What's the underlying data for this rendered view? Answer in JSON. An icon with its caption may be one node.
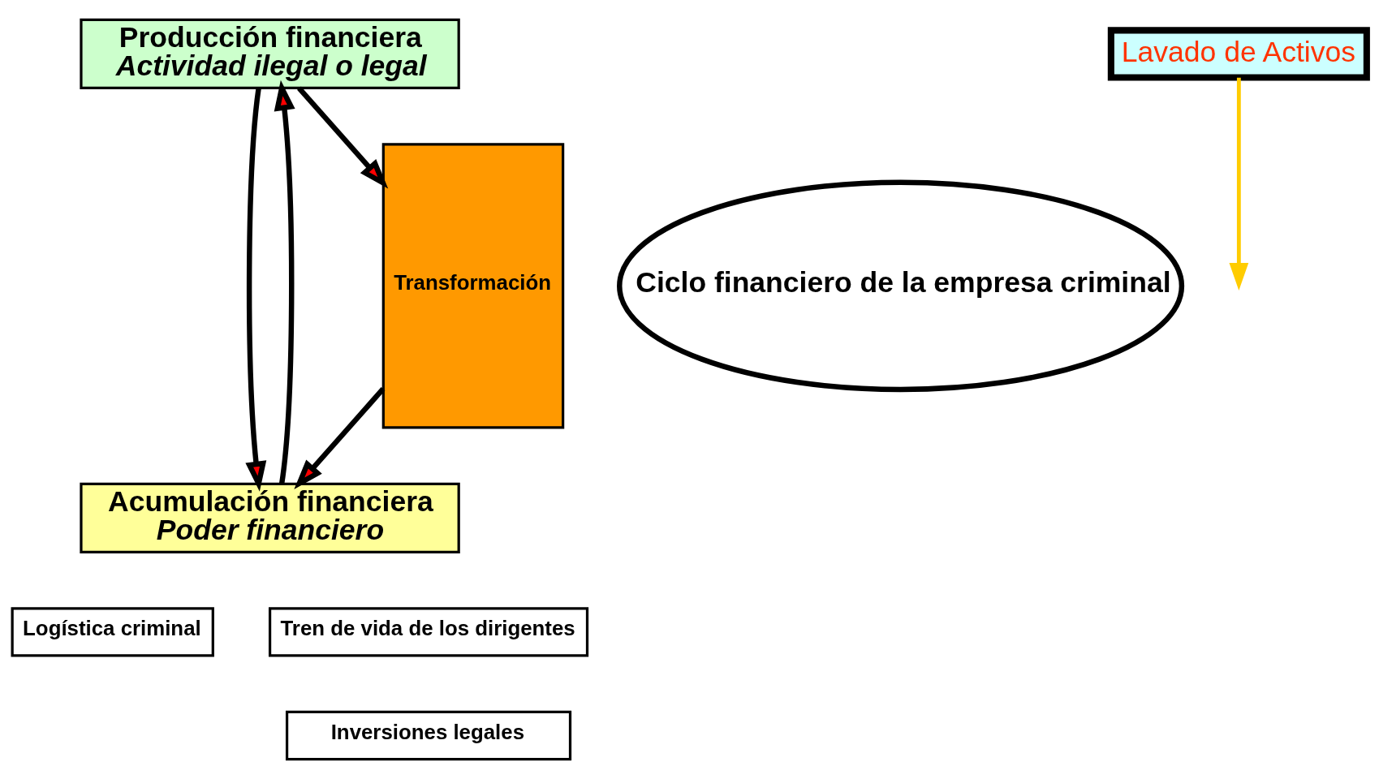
{
  "diagram": {
    "nodes": [
      {
        "text": [
          "Producción financiera",
          "Actividad ilegal o legal"
        ]
      },
      {
        "text": [
          "Ciclo financiero de la empresa criminal"
        ]
      },
      {
        "text": [
          "Acumulación financiera",
          "Poder financiero"
        ]
      },
      {
        "text": [
          "Logística criminal"
        ]
      },
      {
        "text": [
          "Tren de vida de los dirigentes"
        ]
      },
      {
        "text": [
          "Inversiones legales"
        ]
      },
      {
        "text": [
          "Transformación"
        ]
      },
      {
        "text": [
          "Lavado de Activos"
        ]
      }
    ],
    "edges": [
      {
        "from": 0,
        "to": 6,
        "arrow": "to"
      },
      {
        "from": 6,
        "to": 2,
        "arrow": "to"
      },
      {
        "from": 0,
        "to": 2,
        "arrow": "to"
      },
      {
        "from": 2,
        "to": 0,
        "arrow": "to"
      },
      {
        "from": 7,
        "to": null,
        "arrow": "to",
        "color": "#ffcc00"
      }
    ]
  }
}
